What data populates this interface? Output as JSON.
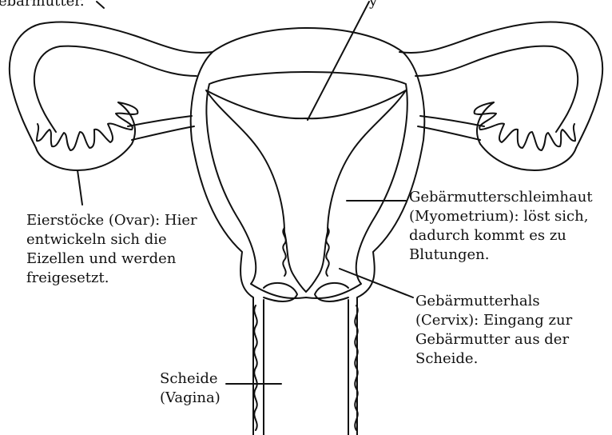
{
  "labels": {
    "top_left": [
      "ebärmutter."
    ],
    "top_right": [
      "y"
    ],
    "ovary": [
      "Eierstöcke (Ovar): Hier",
      "entwickeln sich die",
      "Eizellen und werden",
      "freigesetzt."
    ],
    "endometrium": [
      "Gebärmutterschleimhaut",
      "(Myometrium): löst sich,",
      "dadurch kommt es zu",
      "Blutungen."
    ],
    "cervix": [
      "Gebärmutterhals",
      "(Cervix): Eingang zur",
      "Gebärmutter aus der",
      "Scheide."
    ],
    "vagina": [
      "Scheide",
      "(Vagina)"
    ]
  }
}
